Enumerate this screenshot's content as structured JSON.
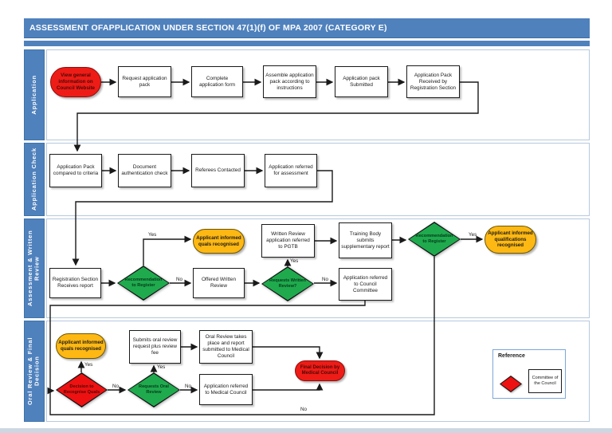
{
  "title": "ASSESSMENT OFAPPLICATION UNDER  SECTION 47(1)(f) OF MPA 2007 (CATEGORY E)",
  "lanes": {
    "lane1": "Application",
    "lane2": "Application Check",
    "lane3": "Assessment & Written Review",
    "lane4": "Oral Review & Final Decision"
  },
  "labels": {
    "yes": "Yes",
    "no": "No"
  },
  "nodes": {
    "view_info": {
      "label": "View general information on Council Website"
    },
    "request_pack": {
      "label": "Request application pack"
    },
    "complete_form": {
      "label": "Complete application form"
    },
    "assemble_pack": {
      "label": "Assemble application pack according to instructions"
    },
    "pack_submitted": {
      "label": "Application pack Submitted"
    },
    "pack_received": {
      "label": "Application Pack Received by Registration Section"
    },
    "pack_compared": {
      "label": "Application Pack compared to criteria"
    },
    "doc_auth": {
      "label": "Document authentication check"
    },
    "referees": {
      "label": "Referees Contacted"
    },
    "referred_assessment": {
      "label": "Application referred for assessment"
    },
    "reg_receives": {
      "label": "Registration Section Receives report"
    },
    "rec_register1": {
      "label": "Recommendation to Register"
    },
    "informed_quals1": {
      "label": "Applicant informed quals recognised"
    },
    "offered_written": {
      "label": "Offered Written Review"
    },
    "requests_written": {
      "label": "Requests Written Review?"
    },
    "written_pgtb": {
      "label": "Written Review application referred to PGTB"
    },
    "training_body": {
      "label": "Training Body submits supplementary report"
    },
    "referred_committee": {
      "label": "Application referred to Council Committee"
    },
    "rec_register2": {
      "label": "Recommendation to Register"
    },
    "informed_qualifications": {
      "label": "Applicant informed qualifications recognised"
    },
    "informed_quals2": {
      "label": "Applicant informed quals recognised"
    },
    "decision_quals": {
      "label": "Decision to Recognise Quals"
    },
    "submits_oral": {
      "label": "Submits oral review request plus review fee"
    },
    "requests_oral": {
      "label": "Requests Oral Review"
    },
    "oral_takes": {
      "label": "Oral Review takes place and report submitted to Medical Council"
    },
    "referred_medical": {
      "label": "Application referred to Medical Council"
    },
    "final_decision": {
      "label": "Final Decision by Medical Council"
    }
  },
  "reference": {
    "title": "Reference",
    "committee": "Committee of the Council"
  },
  "colors": {
    "title_bar": "#4f81bd",
    "lane_label": "#4f81bd",
    "lane_border": "#b7c9de",
    "terminator_red": "#ee1c17",
    "terminator_orange": "#fdb813",
    "decision_green": "#1faa4e",
    "decision_red": "#ee1111",
    "connector": "#1a1a1a"
  }
}
